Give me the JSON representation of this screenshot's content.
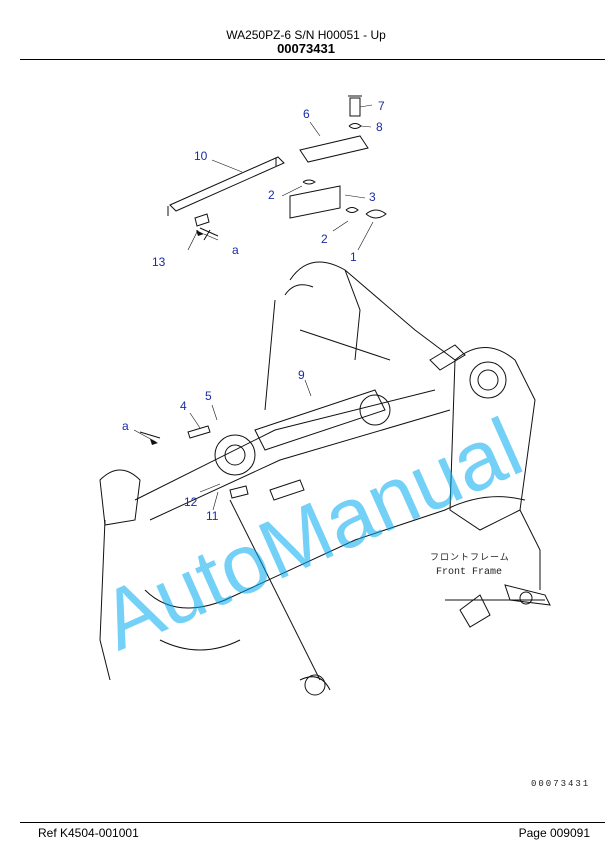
{
  "header": {
    "title": "WA250PZ-6 S/N H00051 - Up",
    "code": "00073431"
  },
  "callouts": [
    {
      "id": "c7",
      "label": "7"
    },
    {
      "id": "c8",
      "label": "8"
    },
    {
      "id": "c6",
      "label": "6"
    },
    {
      "id": "c10",
      "label": "10"
    },
    {
      "id": "c2a",
      "label": "2"
    },
    {
      "id": "c3",
      "label": "3"
    },
    {
      "id": "c2b",
      "label": "2"
    },
    {
      "id": "c1",
      "label": "1"
    },
    {
      "id": "c13",
      "label": "13"
    },
    {
      "id": "ca1",
      "label": "a"
    },
    {
      "id": "c9",
      "label": "9"
    },
    {
      "id": "c5",
      "label": "5"
    },
    {
      "id": "c4",
      "label": "4"
    },
    {
      "id": "ca2",
      "label": "a"
    },
    {
      "id": "c12",
      "label": "12"
    },
    {
      "id": "c11",
      "label": "11"
    }
  ],
  "drawing": {
    "label_jp": "フロントフレーム",
    "label_en": "Front Frame",
    "figure_number": "00073431",
    "watermark": "AutoManual"
  },
  "footer": {
    "ref": "Ref   K4504-001001",
    "page": "Page   009091"
  }
}
